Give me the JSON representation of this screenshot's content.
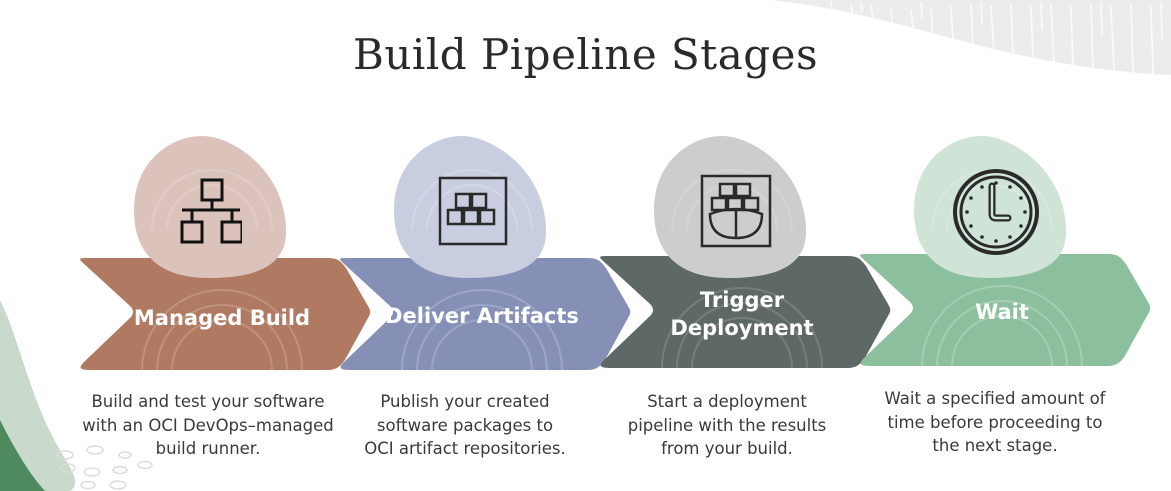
{
  "title": "Build Pipeline Stages",
  "stages": [
    {
      "name": "Managed Build",
      "icon": "network-hierarchy-icon",
      "color": "#b07a62",
      "bubble_color": "#dbc3bb",
      "description": [
        "Build and test your software",
        "with an OCI DevOps–managed",
        "build runner."
      ]
    },
    {
      "name": "Deliver Artifacts",
      "icon": "artifact-boxes-icon",
      "color": "#8690b7",
      "bubble_color": "#c8cde0",
      "description": [
        "Publish your created",
        "software packages to",
        "OCI artifact repositories."
      ]
    },
    {
      "name_lines": [
        "Trigger",
        "Deployment"
      ],
      "icon": "ship-containers-icon",
      "color": "#5d6867",
      "bubble_color": "#cdcdcd",
      "description": [
        "Start a deployment",
        "pipeline with the results",
        "from your build."
      ]
    },
    {
      "name": "Wait",
      "icon": "clock-icon",
      "color": "#8cbf9d",
      "bubble_color": "#cfe3d6",
      "description": [
        "Wait a specified amount of",
        "time before proceeding to",
        "the next stage."
      ]
    }
  ]
}
